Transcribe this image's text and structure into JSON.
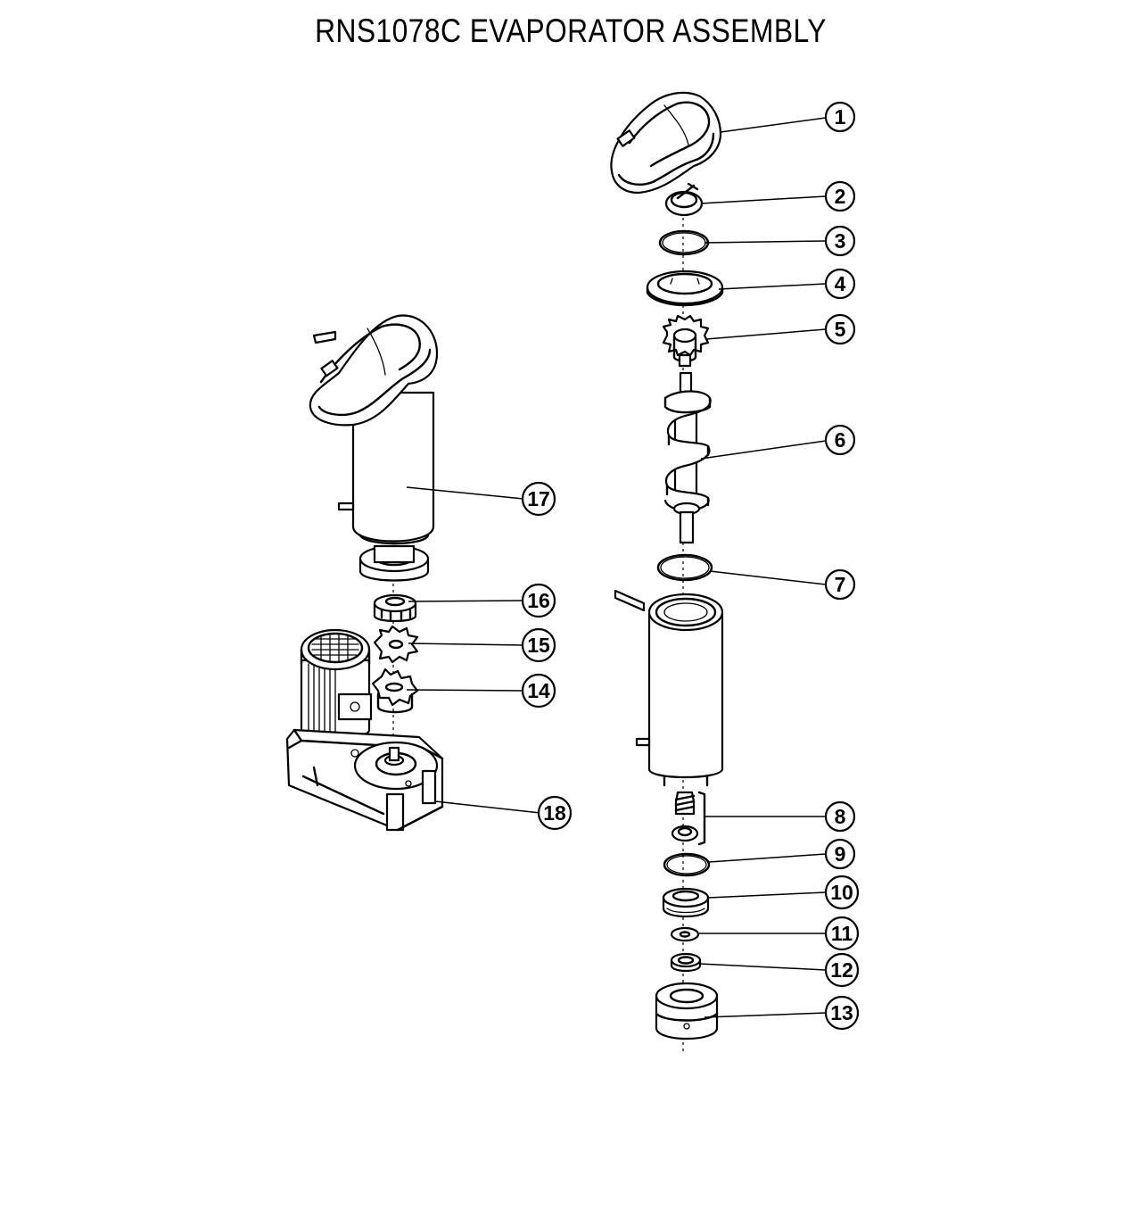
{
  "title": "RNS1078C EVAPORATOR ASSEMBLY",
  "callouts": [
    {
      "label": "1"
    },
    {
      "label": "2"
    },
    {
      "label": "3"
    },
    {
      "label": "4"
    },
    {
      "label": "5"
    },
    {
      "label": "6"
    },
    {
      "label": "7"
    },
    {
      "label": "8"
    },
    {
      "label": "9"
    },
    {
      "label": "10"
    },
    {
      "label": "11"
    },
    {
      "label": "12"
    },
    {
      "label": "13"
    },
    {
      "label": "14"
    },
    {
      "label": "15"
    },
    {
      "label": "16"
    },
    {
      "label": "17"
    },
    {
      "label": "18"
    }
  ]
}
